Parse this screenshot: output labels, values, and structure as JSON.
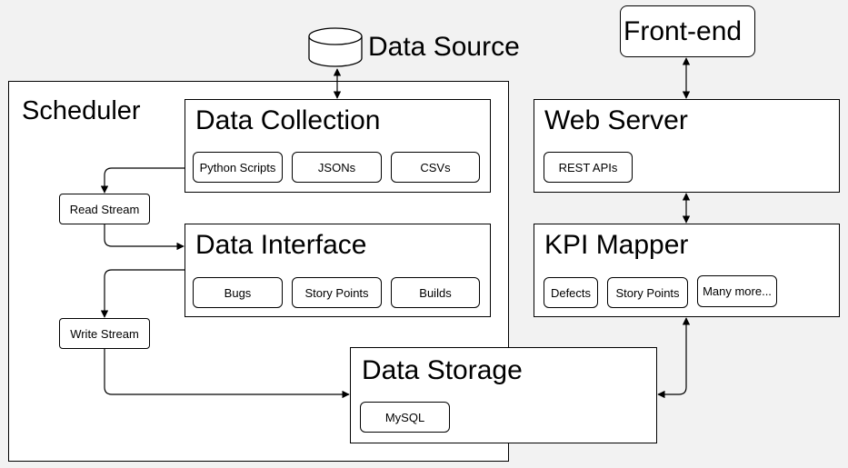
{
  "data_source": {
    "label": "Data Source"
  },
  "front_end": {
    "label": "Front-end"
  },
  "scheduler": {
    "label": "Scheduler"
  },
  "read_stream": {
    "label": "Read Stream"
  },
  "write_stream": {
    "label": "Write Stream"
  },
  "data_collection": {
    "title": "Data Collection",
    "items": [
      "Python Scripts",
      "JSONs",
      "CSVs"
    ]
  },
  "data_interface": {
    "title": "Data Interface",
    "items": [
      "Bugs",
      "Story Points",
      "Builds"
    ]
  },
  "data_storage": {
    "title": "Data Storage",
    "items": [
      "MySQL"
    ]
  },
  "web_server": {
    "title": "Web Server",
    "items": [
      "REST APIs"
    ]
  },
  "kpi_mapper": {
    "title": "KPI Mapper",
    "items": [
      "Defects",
      "Story Points",
      "Many more..."
    ]
  }
}
